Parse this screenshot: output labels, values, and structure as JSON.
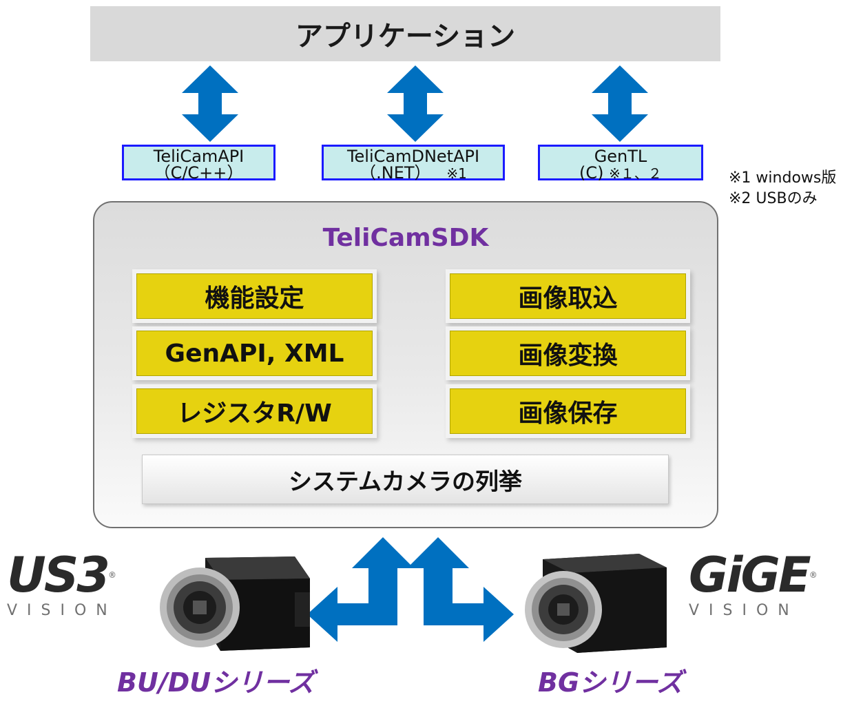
{
  "application": "アプリケーション",
  "apis": [
    {
      "line1": "TeliCamAPI",
      "line2": "（C/C++）",
      "note": ""
    },
    {
      "line1": "TeliCamDNetAPI",
      "line2": "（.NET）",
      "note": "※1"
    },
    {
      "line1": "GenTL",
      "line2": "(C)",
      "note": "※１、２"
    }
  ],
  "notes": [
    "※1 windows版",
    "※2 USBのみ"
  ],
  "sdk": {
    "title": "TeliCamSDK",
    "left_blocks": [
      "機能設定",
      "GenAPI, XML",
      "レジスタR/W"
    ],
    "right_blocks": [
      "画像取込",
      "画像変換",
      "画像保存"
    ],
    "enumeration": "システムカメラの列挙"
  },
  "usb_logo": {
    "main": "US3",
    "sub": "VISION"
  },
  "gige_logo": {
    "main": "GiGE",
    "sub": "VISION"
  },
  "series": {
    "left": "BU/DUシリーズ",
    "right": "BGシリーズ"
  },
  "colors": {
    "arrow": "#0070c0",
    "sdk_title": "#7030a0",
    "block": "#e6d210",
    "api_fill": "#c8ecec",
    "api_border": "#1a1aff"
  }
}
